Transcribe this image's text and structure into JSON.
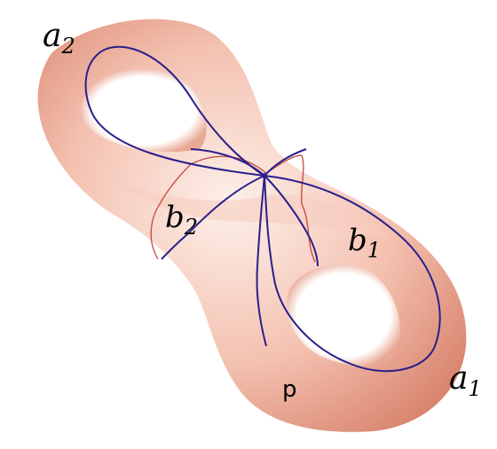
{
  "labels": {
    "a2": {
      "base": "a",
      "sub": "2"
    },
    "b2": {
      "base": "b",
      "sub": "2"
    },
    "b1": {
      "base": "b",
      "sub": "1"
    },
    "a1": {
      "base": "a",
      "sub": "1"
    },
    "p": "p"
  },
  "colors": {
    "surface_light": "#fbe4dc",
    "surface_mid": "#f2b9a8",
    "surface_dark": "#d9826c",
    "hole": "#ffffff",
    "loop_curve": "#2a1f8c",
    "geodesic_red": "#c0392b"
  }
}
